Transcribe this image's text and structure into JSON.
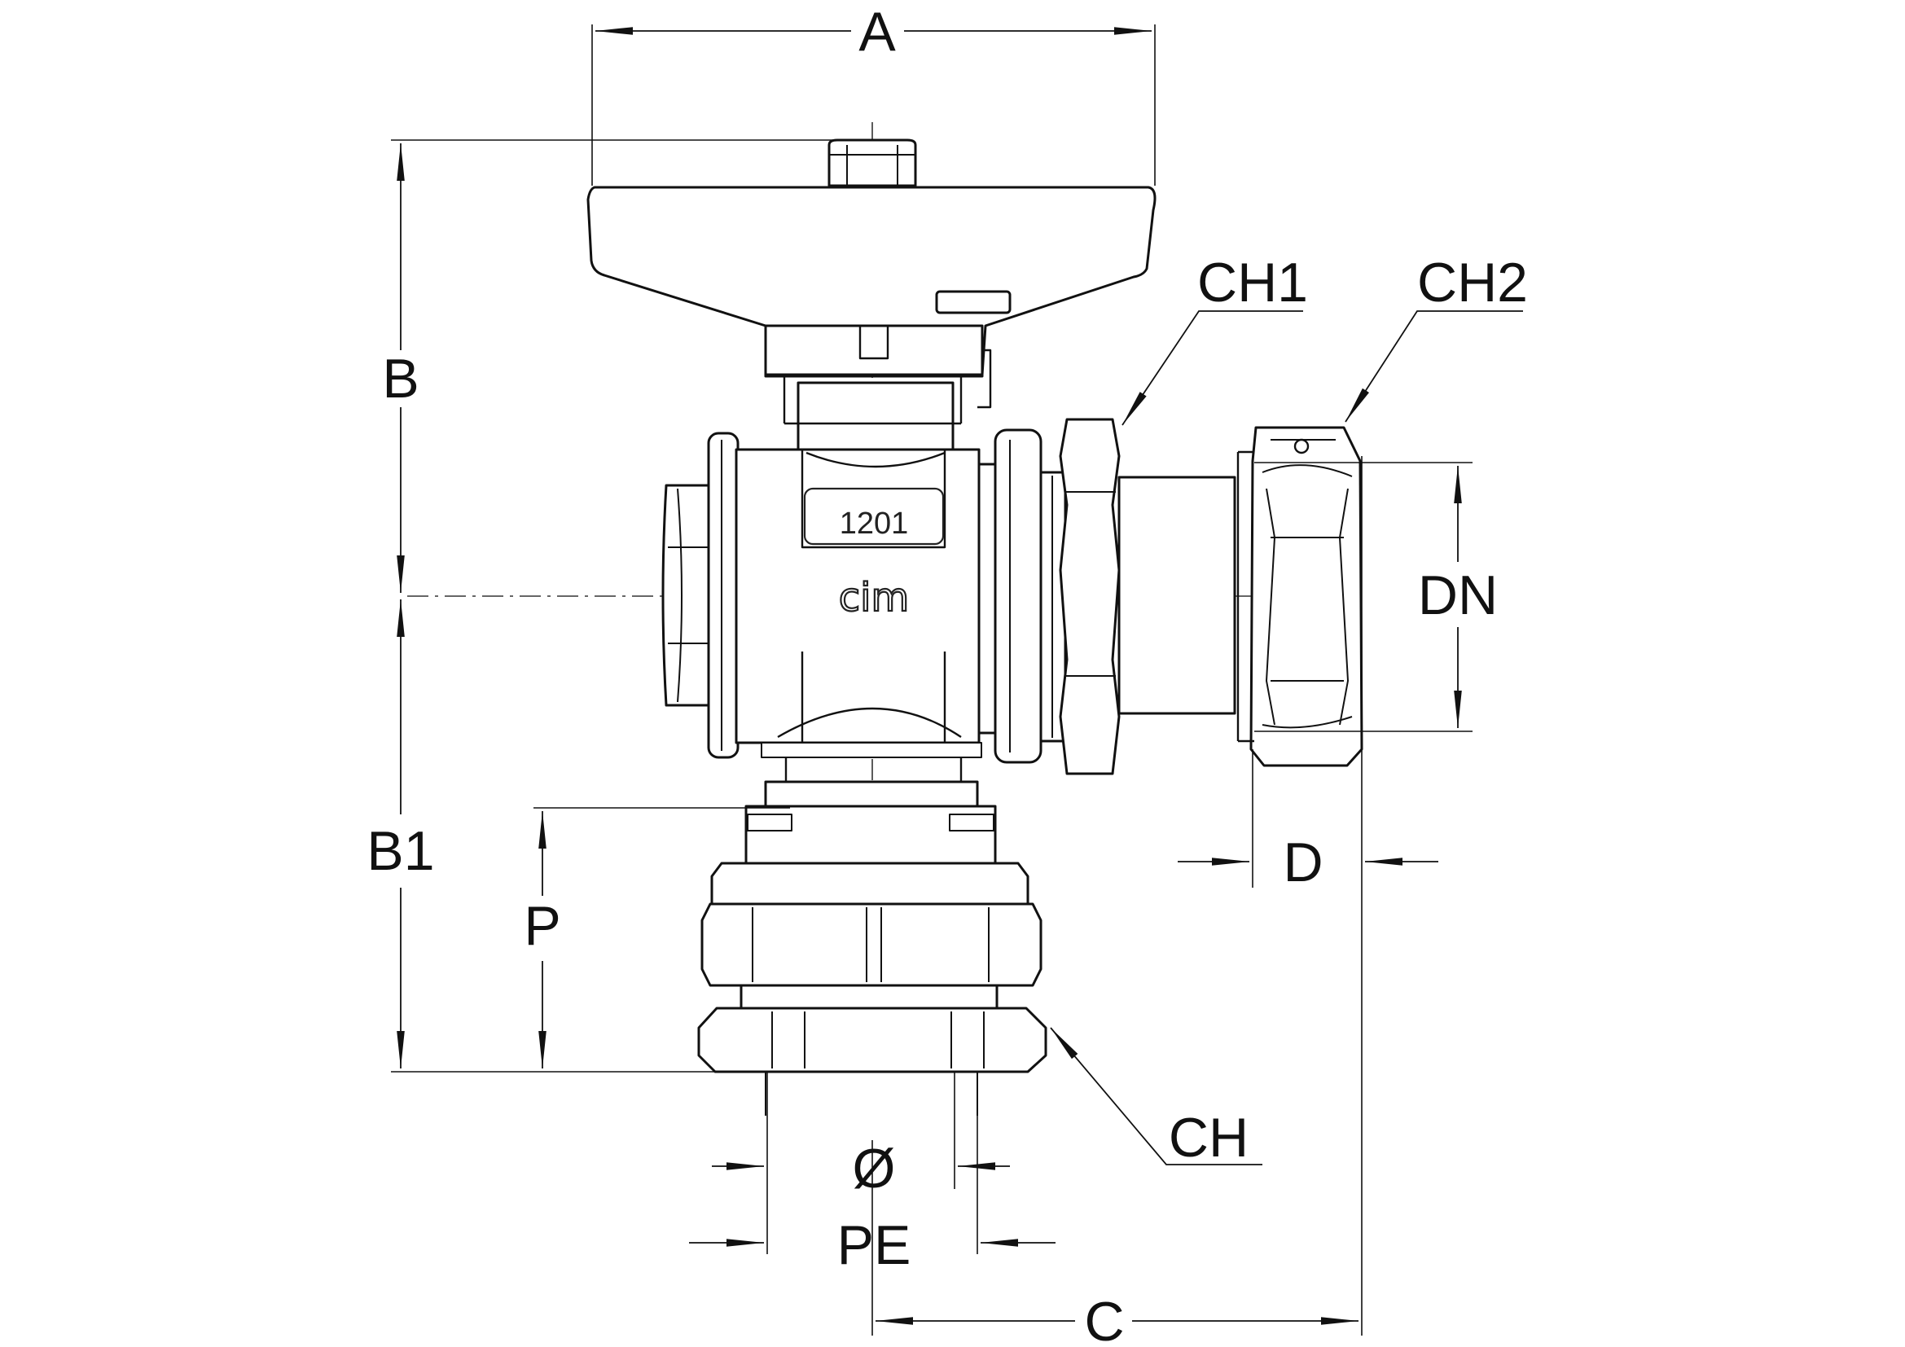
{
  "labels": {
    "A": "A",
    "B": "B",
    "B1": "B1",
    "C": "C",
    "CH": "CH",
    "CH1": "CH1",
    "CH2": "CH2",
    "D": "D",
    "DN": "DN",
    "P": "P",
    "diameter": "Ø",
    "PE": "PE"
  },
  "markings": {
    "model": "1201",
    "brand": "cim"
  },
  "colors": {
    "line": "#111111",
    "background": "#ffffff"
  }
}
